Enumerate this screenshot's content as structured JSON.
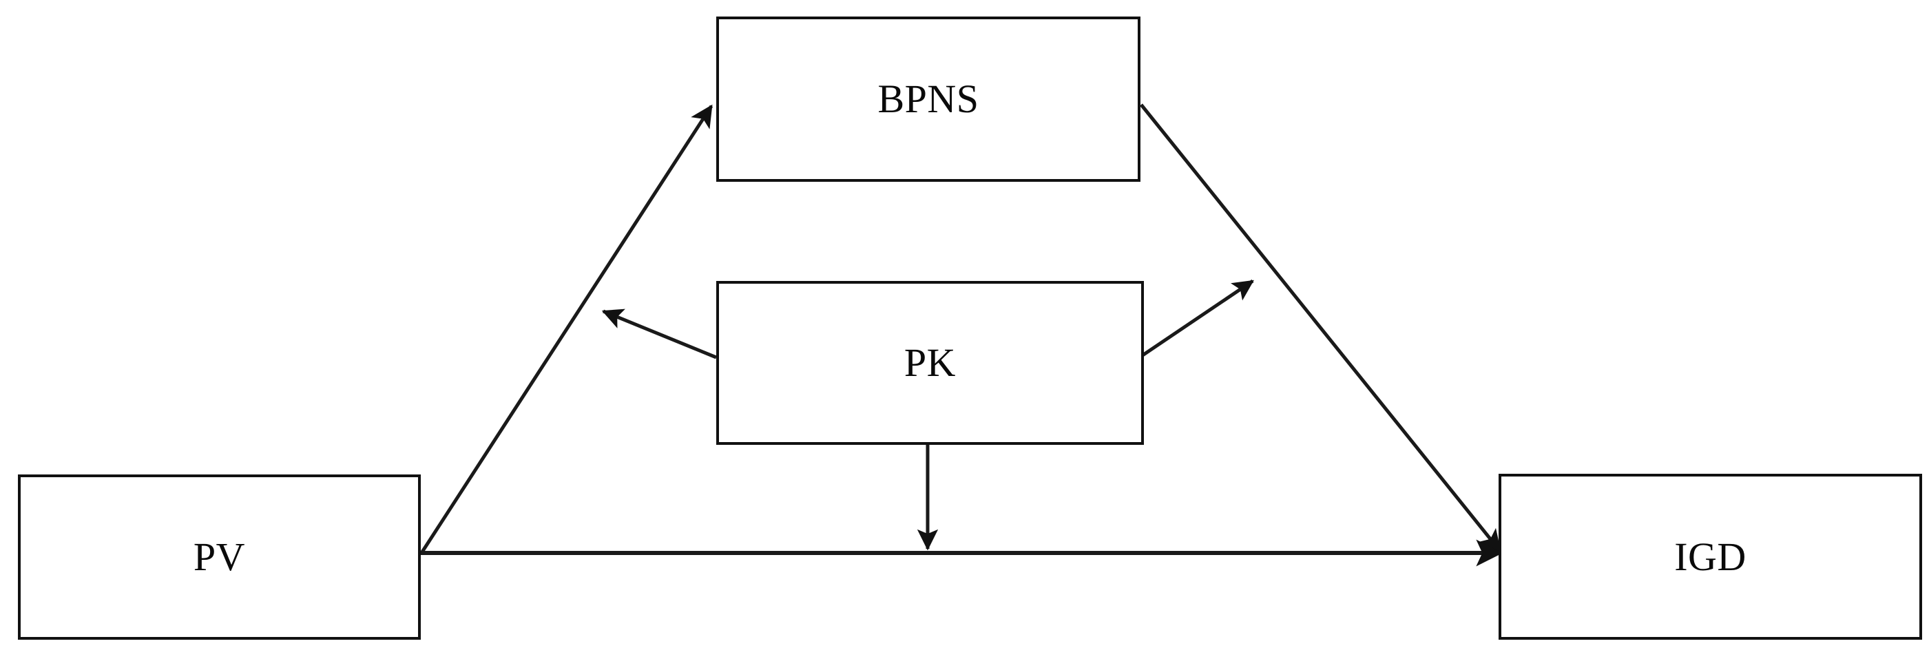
{
  "diagram": {
    "title": "Mediation model diagram",
    "background_color": "#ffffff",
    "stroke_color": "#1a1a1a",
    "text_color": "#0a0a0a",
    "box_fill": "#ffffff",
    "nodes": [
      {
        "id": "bpns",
        "label": "BPNS"
      },
      {
        "id": "pk",
        "label": "PK"
      },
      {
        "id": "pv",
        "label": "PV"
      },
      {
        "id": "igd",
        "label": "IGD"
      }
    ],
    "edges": [
      {
        "id": "pv-to-bpns",
        "from": "PV",
        "to": "BPNS",
        "style": "solid",
        "arrow": "single"
      },
      {
        "id": "bpns-to-igd",
        "from": "BPNS",
        "to": "IGD",
        "style": "solid",
        "arrow": "single"
      },
      {
        "id": "pv-to-igd",
        "from": "PV",
        "to": "IGD",
        "style": "solid",
        "arrow": "single"
      },
      {
        "id": "pk-to-pv-bpns",
        "from": "PK",
        "to": "PV-BPNS path",
        "style": "solid",
        "arrow": "single"
      },
      {
        "id": "pk-to-bpns-igd",
        "from": "PK",
        "to": "BPNS-IGD path",
        "style": "solid",
        "arrow": "single"
      },
      {
        "id": "pk-to-pv-igd",
        "from": "PK",
        "to": "PV-IGD path",
        "style": "solid",
        "arrow": "single"
      }
    ]
  }
}
